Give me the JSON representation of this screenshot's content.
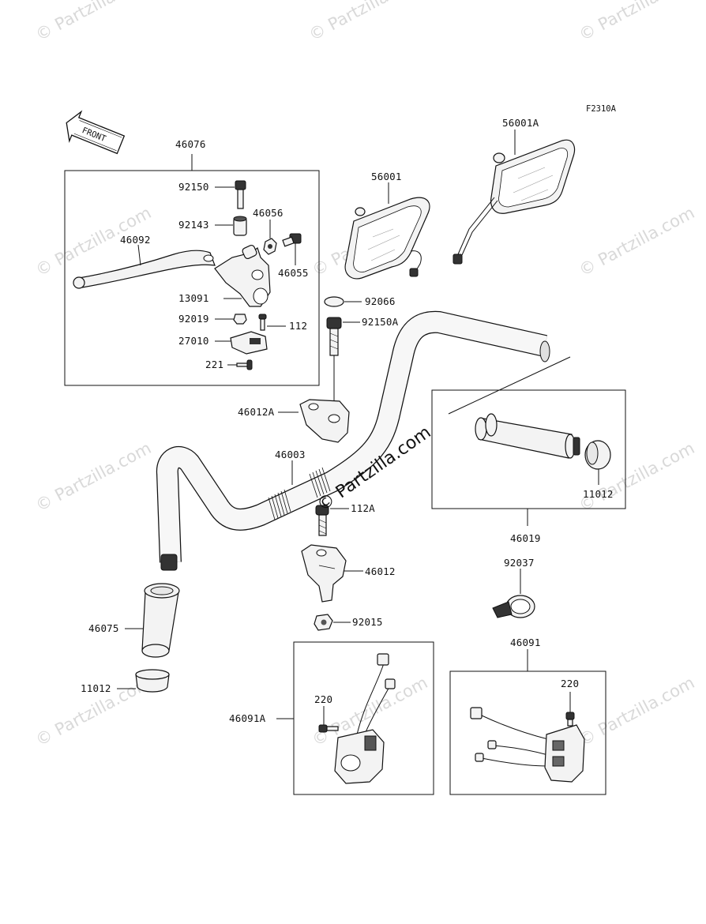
{
  "diagram_code": "F2310A",
  "front_label": "FRONT",
  "watermark_main": "© Partzilla.com",
  "watermark_repeat": "© Partzilla.com",
  "labels": {
    "p46076": "46076",
    "p92150": "92150",
    "p92143": "92143",
    "p46056": "46056",
    "p46092": "46092",
    "p46055": "46055",
    "p13091": "13091",
    "p92019": "92019",
    "p112": "112",
    "p27010": "27010",
    "p221": "221",
    "p56001": "56001",
    "p56001A": "56001A",
    "p92066": "92066",
    "p92150A": "92150A",
    "p46012A": "46012A",
    "p46003": "46003",
    "p112A": "112A",
    "p46012": "46012",
    "p92015": "92015",
    "p46075": "46075",
    "p11012_left": "11012",
    "p11012_right": "11012",
    "p46019": "46019",
    "p92037": "92037",
    "p46091": "46091",
    "p46091A": "46091A",
    "p220_left": "220",
    "p220_right": "220"
  }
}
